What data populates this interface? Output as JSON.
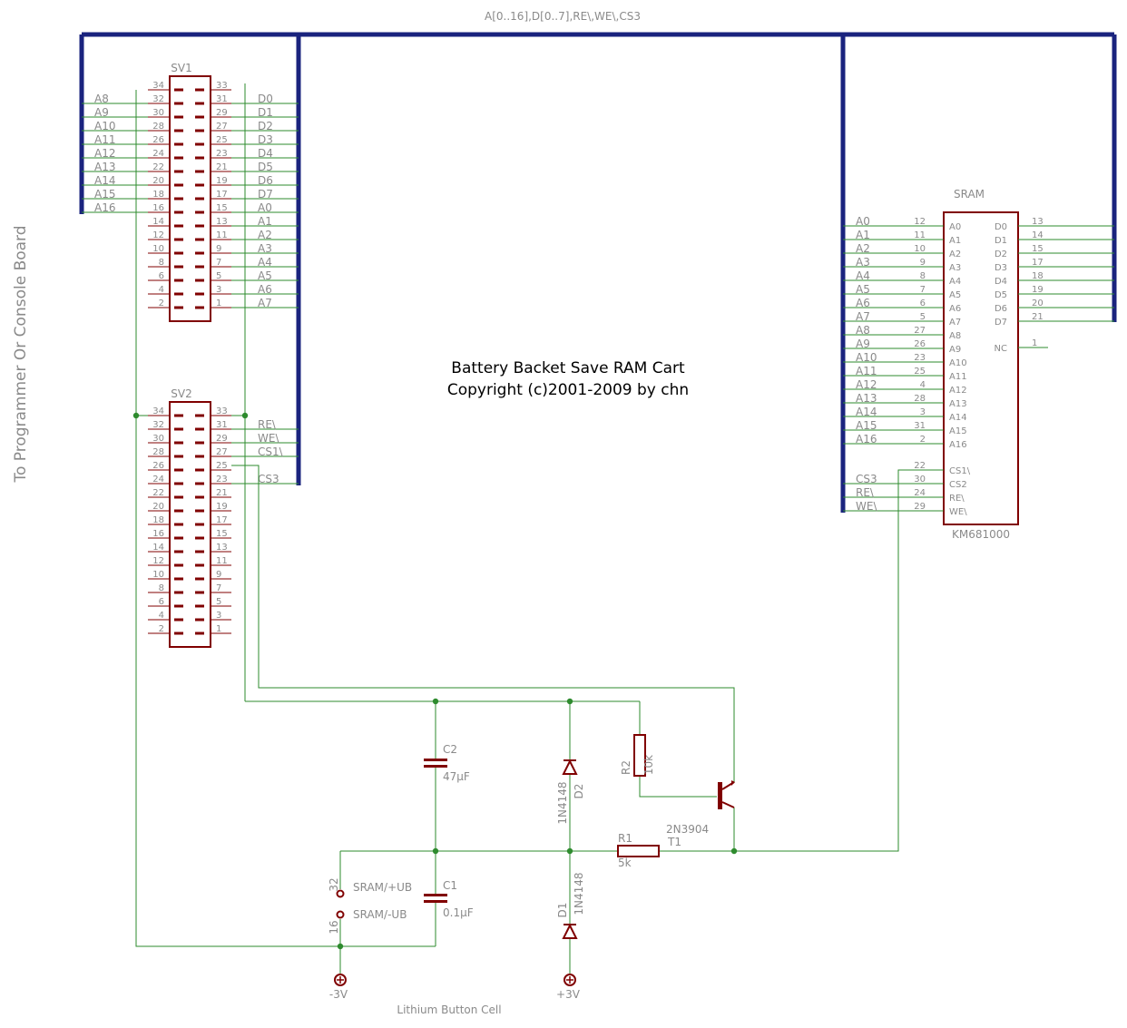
{
  "bus_label": "A[0..16],D[0..7],RE\\,WE\\,CS3",
  "side_label": "To Programmer Or Console Board",
  "title": {
    "line1": "Battery Backet Save RAM Cart",
    "line2": "Copyright (c)2001-2009 by chn"
  },
  "sv1": {
    "name": "SV1",
    "left_pins": [
      "34",
      "32",
      "30",
      "28",
      "26",
      "24",
      "22",
      "20",
      "18",
      "16",
      "14",
      "12",
      "10",
      "8",
      "6",
      "4",
      "2"
    ],
    "right_pins": [
      "33",
      "31",
      "29",
      "27",
      "25",
      "23",
      "21",
      "19",
      "17",
      "15",
      "13",
      "11",
      "9",
      "7",
      "5",
      "3",
      "1"
    ],
    "left_nets": [
      "",
      "A8",
      "A9",
      "A10",
      "A11",
      "A12",
      "A13",
      "A14",
      "A15",
      "A16",
      "",
      "",
      "",
      "",
      "",
      "",
      ""
    ],
    "right_nets": [
      "",
      "D0",
      "D1",
      "D2",
      "D3",
      "D4",
      "D5",
      "D6",
      "D7",
      "A0",
      "A1",
      "A2",
      "A3",
      "A4",
      "A5",
      "A6",
      "A7"
    ]
  },
  "sv2": {
    "name": "SV2",
    "left_pins": [
      "34",
      "32",
      "30",
      "28",
      "26",
      "24",
      "22",
      "20",
      "18",
      "16",
      "14",
      "12",
      "10",
      "8",
      "6",
      "4",
      "2"
    ],
    "right_pins": [
      "33",
      "31",
      "29",
      "27",
      "25",
      "23",
      "21",
      "19",
      "17",
      "15",
      "13",
      "11",
      "9",
      "7",
      "5",
      "3",
      "1"
    ],
    "right_nets": [
      "",
      "RE\\",
      "WE\\",
      "CS1\\",
      "",
      "CS3",
      "",
      "",
      "",
      "",
      "",
      "",
      "",
      "",
      "",
      "",
      ""
    ]
  },
  "sram": {
    "name": "SRAM",
    "value": "KM681000",
    "left_nets": [
      "A0",
      "A1",
      "A2",
      "A3",
      "A4",
      "A5",
      "A6",
      "A7",
      "A8",
      "A9",
      "A10",
      "A11",
      "A12",
      "A13",
      "A14",
      "A15",
      "A16"
    ],
    "left_pin_numbers": [
      "12",
      "11",
      "10",
      "9",
      "8",
      "7",
      "6",
      "5",
      "27",
      "26",
      "23",
      "25",
      "4",
      "28",
      "3",
      "31",
      "2"
    ],
    "left_pin_names": [
      "A0",
      "A1",
      "A2",
      "A3",
      "A4",
      "A5",
      "A6",
      "A7",
      "A8",
      "A9",
      "A10",
      "A11",
      "A12",
      "A13",
      "A14",
      "A15",
      "A16"
    ],
    "ctrl_nets": [
      "",
      "CS3",
      "RE\\",
      "WE\\"
    ],
    "ctrl_pin_numbers": [
      "22",
      "30",
      "24",
      "29"
    ],
    "ctrl_pin_names": [
      "CS1\\",
      "CS2",
      "RE\\",
      "WE\\"
    ],
    "right_pin_names": [
      "D0",
      "D1",
      "D2",
      "D3",
      "D4",
      "D5",
      "D6",
      "D7",
      "NC"
    ],
    "right_pin_numbers": [
      "13",
      "14",
      "15",
      "17",
      "18",
      "19",
      "20",
      "21",
      "1"
    ]
  },
  "components": {
    "c2": {
      "name": "C2",
      "value": "47µF"
    },
    "c1": {
      "name": "C1",
      "value": "0.1µF"
    },
    "r2": {
      "name": "R2",
      "value": "10k"
    },
    "r1": {
      "name": "R1",
      "value": "5k"
    },
    "d2": {
      "name": "D2",
      "value": "1N4148"
    },
    "d1": {
      "name": "D1",
      "value": "1N4148"
    },
    "t1": {
      "name": "T1",
      "value": "2N3904"
    },
    "pad_plus": {
      "pin": "32",
      "label": "SRAM/+UB"
    },
    "pad_minus": {
      "pin": "16",
      "label": "SRAM/-UB"
    },
    "batt_neg": "-3V",
    "batt_pos": "+3V",
    "battery_label": "Lithium Button Cell"
  },
  "colors": {
    "wire": "#2e8b2e",
    "bus": "#1a237e",
    "part": "#800000",
    "text": "#8a8a8a"
  }
}
